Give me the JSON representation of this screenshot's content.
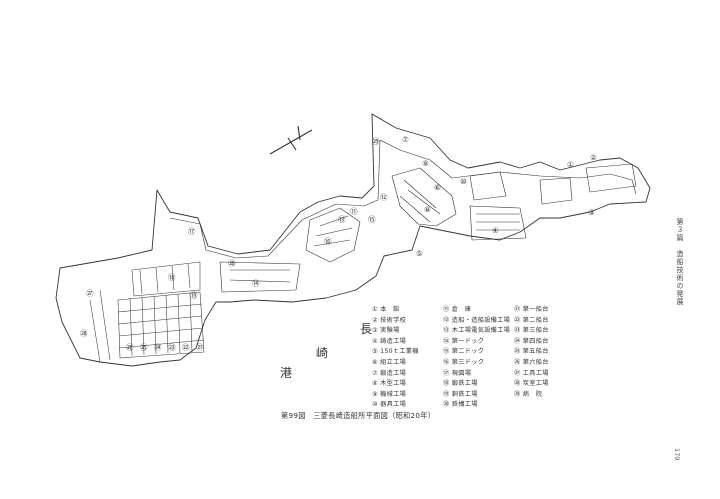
{
  "water": {
    "c1": "長",
    "c2": "崎",
    "c3": "港"
  },
  "legend": {
    "col1": [
      "① 本　館",
      "② 技術学校",
      "③ 実験場",
      "④ 鋳造工場",
      "⑤ 150ｔ工業機",
      "⑥ 組立工場",
      "⑦ 鍛造工場",
      "⑧ 木型工場",
      "⑨ 機械工場",
      "⑩ 器具工場"
    ],
    "col2": [
      "⑪ 倉　庫",
      "⑫ 造船・造船設備工場",
      "⑬ 木工場電気設備工場",
      "⑭ 第一ドック",
      "⑮ 第二ドック",
      "⑯ 第三ドック",
      "⑰ 現図場",
      "⑱ 鍛鉄工場",
      "⑲ 銅鉄工場",
      "⑳ 鉄構工場"
    ],
    "col3": [
      "㉑ 第一船台",
      "㉒ 第二船台",
      "㉓ 第三船台",
      "㉔ 第四船台",
      "㉕ 第五船台",
      "㉖ 第六船台",
      "㉗ 工具工場",
      "㉘ 炭室工場",
      "㉙ 病　院"
    ]
  },
  "caption": "第99図　三菱長崎造船所平面図（昭和20年）",
  "side_header": "第３篇　造船技術の発展",
  "page_number": "179",
  "map_labels": [
    "①",
    "②",
    "③",
    "④",
    "⑤",
    "⑥",
    "⑦",
    "⑧",
    "⑨",
    "⑩",
    "⑪",
    "⑫",
    "⑬",
    "⑭",
    "⑮",
    "⑯",
    "⑰",
    "⑱",
    "⑲",
    "⑳",
    "㉑",
    "㉒",
    "㉓",
    "㉔",
    "㉕",
    "㉖",
    "㉗",
    "㉘",
    "㉙"
  ]
}
